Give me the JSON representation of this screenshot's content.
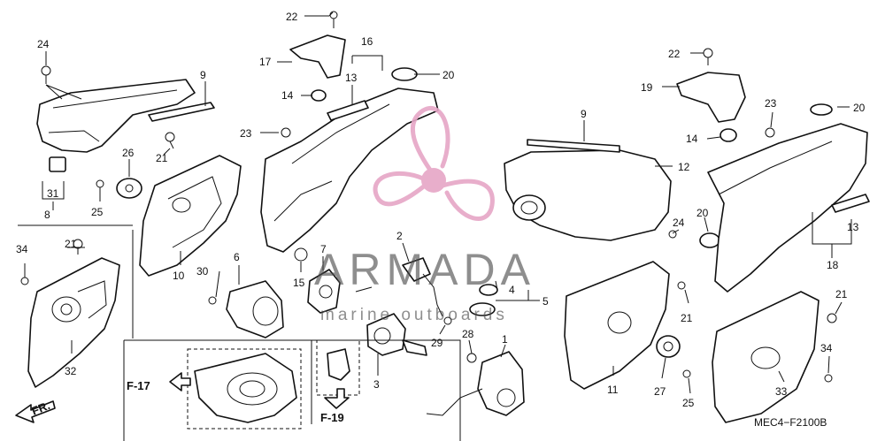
{
  "callouts": {
    "c22a": "22",
    "c16": "16",
    "c17": "17",
    "c13a": "13",
    "c20a": "20",
    "c14a": "14",
    "c24a": "24",
    "c9a": "9",
    "c26": "26",
    "c21a": "21",
    "c31": "31",
    "c8": "8",
    "c25a": "25",
    "c23a": "23",
    "c10": "10",
    "c34a": "34",
    "c21b": "21",
    "c32": "32",
    "c30": "30",
    "c6": "6",
    "c7": "7",
    "c15": "15",
    "c2": "2",
    "c4": "4",
    "c5": "5",
    "c29": "29",
    "c3": "3",
    "c28": "28",
    "c1": "1",
    "c9b": "9",
    "c12": "12",
    "c24b": "24",
    "c11": "11",
    "c27": "27",
    "c25b": "25",
    "c21c": "21",
    "c22b": "22",
    "c19": "19",
    "c23b": "23",
    "c20b": "20",
    "c14b": "14",
    "c20c": "20",
    "c13b": "13",
    "c18": "18",
    "c21d": "21",
    "c34b": "34",
    "c33": "33"
  },
  "refs": {
    "f17": "F-17",
    "f19": "F-19",
    "front": "FR."
  },
  "diagram_code": "MEC4−F2100B",
  "watermark": {
    "brand": "ARMADA",
    "tagline": "marine outboards",
    "logo": "propeller-logo",
    "logo_color": "#e6a6c6"
  },
  "colors": {
    "ink": "#111111",
    "watermark_grey": "#4a4a4a"
  }
}
